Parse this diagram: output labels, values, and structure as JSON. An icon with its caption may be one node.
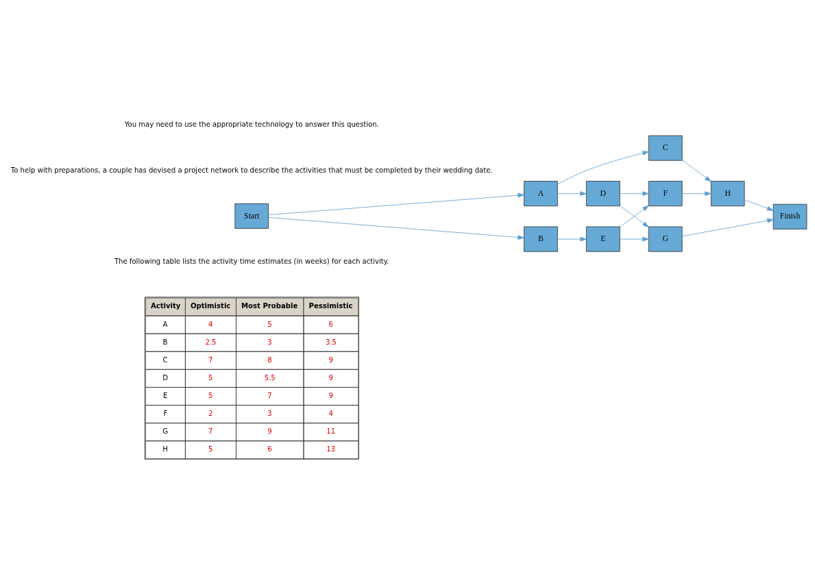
{
  "diagram": {
    "nodes": [
      {
        "text": [
          "Start"
        ]
      },
      {
        "text": [
          "A"
        ]
      },
      {
        "text": [
          "B"
        ]
      },
      {
        "text": [
          "C"
        ]
      },
      {
        "text": [
          "D"
        ]
      },
      {
        "text": [
          "E"
        ]
      },
      {
        "text": [
          "F"
        ]
      },
      {
        "text": [
          "G"
        ]
      },
      {
        "text": [
          "H"
        ]
      },
      {
        "text": [
          "Finish"
        ]
      }
    ],
    "edges": [
      {
        "from": 0,
        "to": 1,
        "arrow": "to"
      },
      {
        "from": 0,
        "to": 2,
        "arrow": "to"
      },
      {
        "from": 1,
        "to": 3,
        "arrow": "to"
      },
      {
        "from": 1,
        "to": 4,
        "arrow": "to"
      },
      {
        "from": 2,
        "to": 5,
        "arrow": "to"
      },
      {
        "from": 3,
        "to": 8,
        "arrow": "to"
      },
      {
        "from": 4,
        "to": 6,
        "arrow": "to"
      },
      {
        "from": 4,
        "to": 7,
        "arrow": "to"
      },
      {
        "from": 5,
        "to": 6,
        "arrow": "to"
      },
      {
        "from": 5,
        "to": 7,
        "arrow": "to"
      },
      {
        "from": 6,
        "to": 8,
        "arrow": "to"
      },
      {
        "from": 7,
        "to": 9,
        "arrow": "to"
      },
      {
        "from": 8,
        "to": 9,
        "arrow": "to"
      }
    ],
    "labels": [
      "You may need to use the appropriate technology to answer this question.",
      "To help with preparations, a couple has devised a project network to describe the activities that must be completed by their wedding date.",
      "The following table lists the activity time estimates (in weeks) for each activity.",
      "Activity",
      "Optimistic",
      "Most Probable",
      "Pessimistic",
      "A",
      "4",
      "5",
      "6",
      "B",
      "2.5",
      "3",
      "3.5",
      "C",
      "7",
      "8",
      "9",
      "D",
      "5",
      "5.5",
      "9",
      "E",
      "5",
      "7",
      "9",
      "F",
      "2",
      "3",
      "4",
      "G",
      "7",
      "9",
      "11",
      "H",
      "5",
      "6",
      "13"
    ]
  }
}
